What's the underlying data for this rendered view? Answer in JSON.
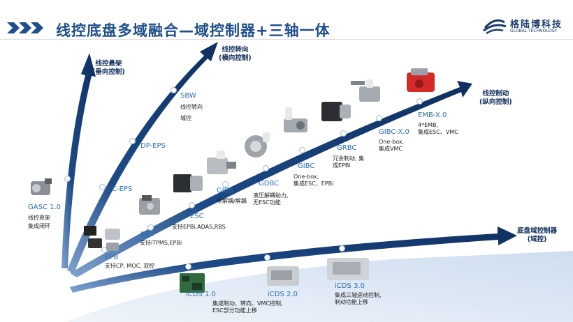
{
  "title": "线控底盘多域融合—域控制器+三轴一体",
  "logo": {
    "cn": "格陆博科技",
    "en": "GLOBAL TECHNOLOGY"
  },
  "axes": {
    "vertical": {
      "line1": "线控悬架",
      "line2": "(垂向控制)"
    },
    "lateral": {
      "line1": "线控转向",
      "line2": "(横向控制)"
    },
    "longitudinal": {
      "line1": "线控制动",
      "line2": "(纵向控制)"
    },
    "domain": {
      "line1": "底盘域控制器",
      "line2": "(域控)"
    }
  },
  "suspension": {
    "gasc": {
      "name": "GASC 1.0",
      "d1": "线控悬架",
      "d2": "集成闭环"
    }
  },
  "steering": {
    "ceps": {
      "name": "C-EPS"
    },
    "dpeps": {
      "name": "DP-EPS"
    },
    "sbw": {
      "name": "SBW",
      "d1": "线控转向",
      "d2": "域控"
    }
  },
  "braking": {
    "epb": {
      "name": "EPB",
      "d1": "支持CP, MOC, 双控"
    },
    "abs": {
      "name": "ABS",
      "d1": "支持iTPMS,EPBi"
    },
    "esc": {
      "name": "ESC",
      "d1": "支持EPBi,ADAS,RBS"
    },
    "gibs": {
      "name": "GIBS",
      "d1": "非解耦/解耦"
    },
    "gdbc": {
      "name": "GDBC",
      "d1": "液压解耦助力,",
      "d2": "无ESC功能"
    },
    "gibc": {
      "name": "GIBC",
      "d1": "One-box,",
      "d2": "集成ESC、EPBi"
    },
    "grbc": {
      "name": "GRBC",
      "d1": "冗余制动, 集",
      "d2": "成EPBi"
    },
    "gibcx": {
      "name": "GIBC-X.0",
      "d1": "One-box,",
      "d2": "集成VMC"
    },
    "emb": {
      "name": "EMB-X.0",
      "d1": "4*EMB,",
      "d2": "集成ESC、VMC"
    }
  },
  "domain_ctrl": {
    "icds1": {
      "name": "iCDS 1.0",
      "d1": "集成制动、转向、VMC控制,",
      "d2": "ESC部分功能上移"
    },
    "icds2": {
      "name": "iCDS 2.0"
    },
    "icds3": {
      "name": "iCDS 3.0",
      "d1": "集成三轴运动控制,",
      "d2": "制动功能上移"
    }
  },
  "colors": {
    "arrow_dark": "#12386e",
    "arrow_light": "#dbe7f4",
    "accent": "#2c6fb7"
  }
}
